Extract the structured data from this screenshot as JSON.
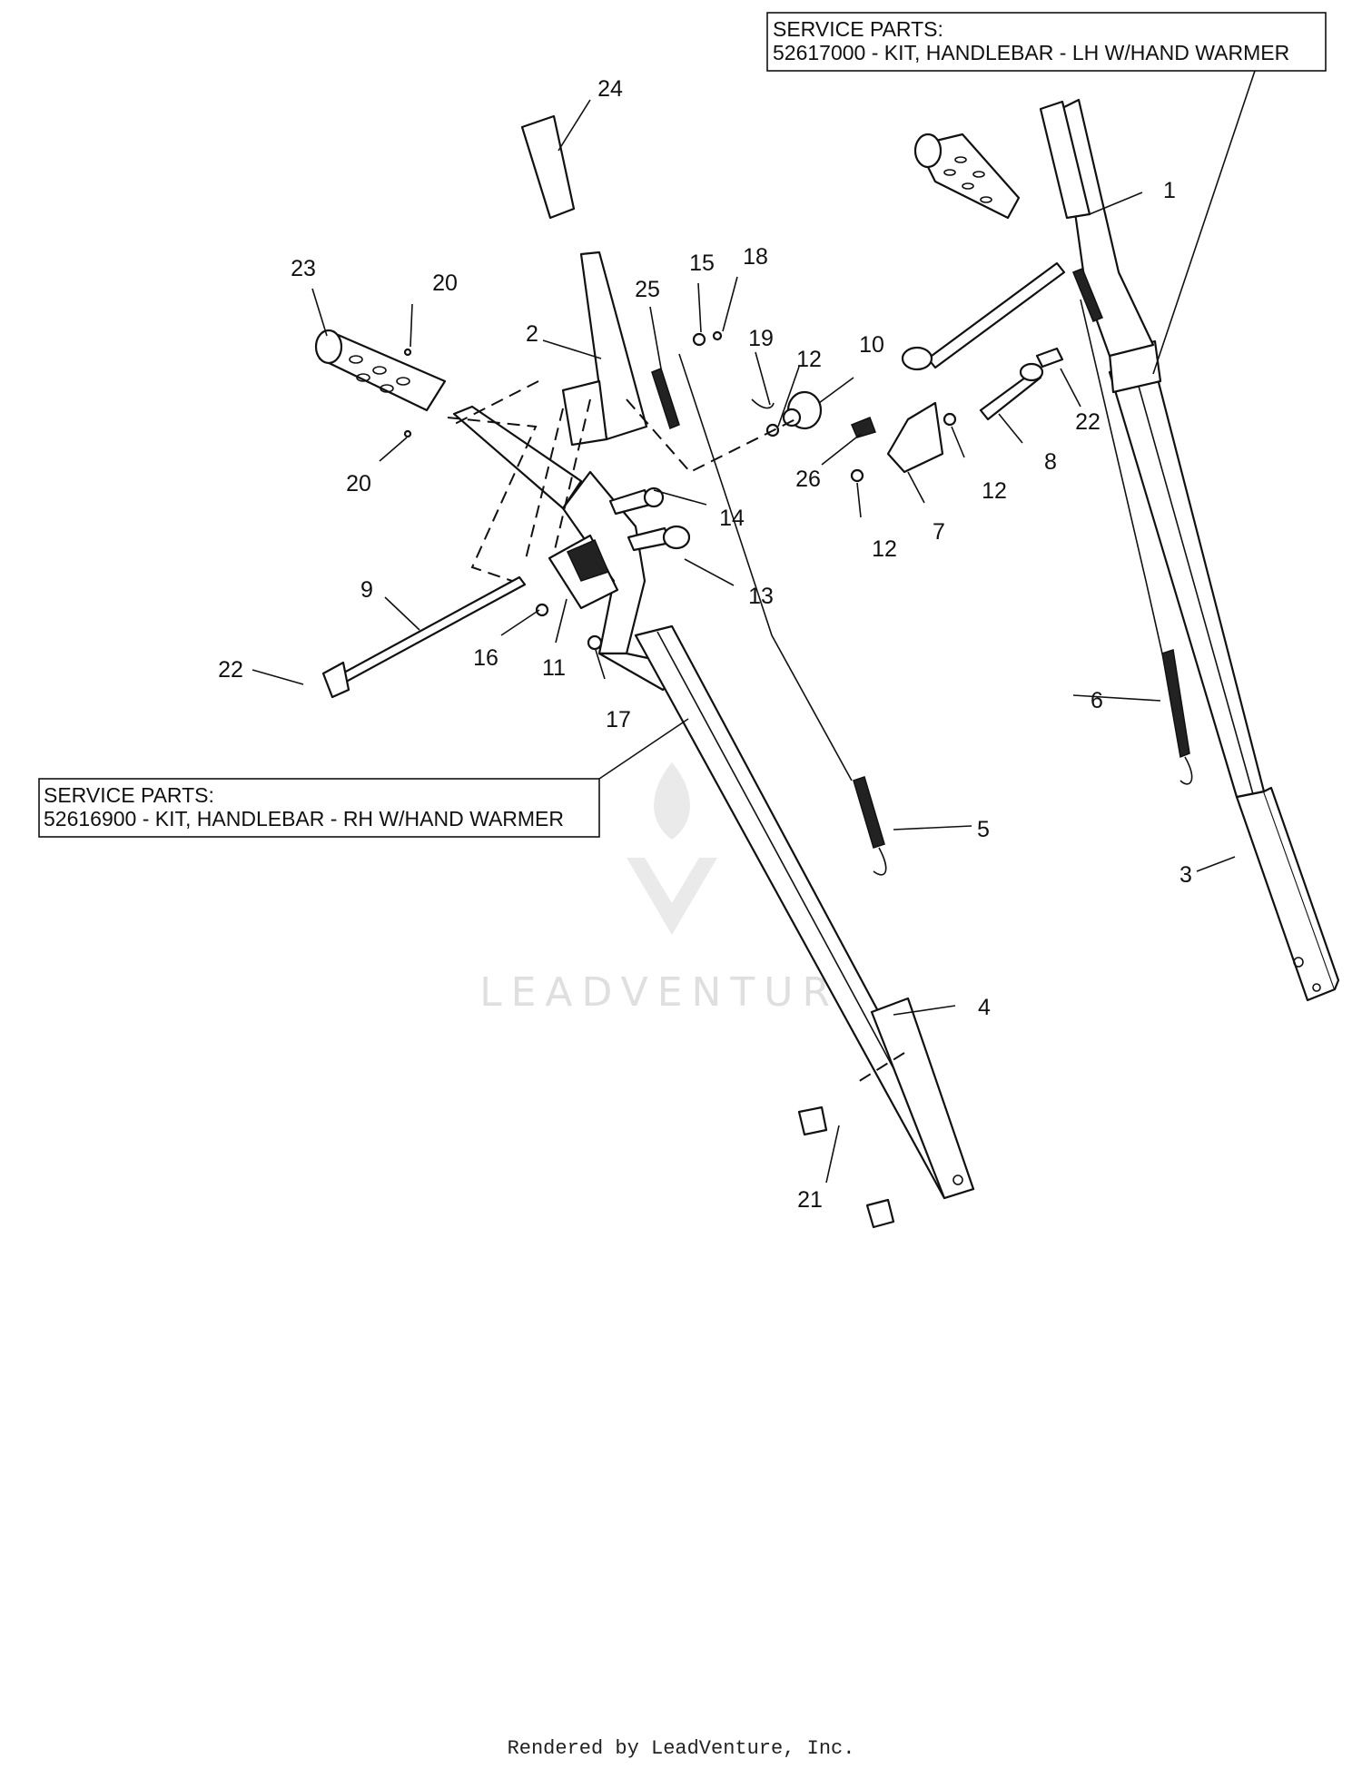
{
  "service_parts": [
    {
      "heading": "SERVICE PARTS:",
      "line": "52617000 - KIT, HANDLEBAR - LH W/HAND WARMER"
    },
    {
      "heading": "SERVICE PARTS:",
      "line": "52616900 - KIT, HANDLEBAR - RH W/HAND WARMER"
    }
  ],
  "callouts": [
    "1",
    "2",
    "3",
    "4",
    "5",
    "6",
    "7",
    "8",
    "9",
    "10",
    "11",
    "12",
    "12",
    "12",
    "12",
    "13",
    "14",
    "15",
    "16",
    "17",
    "18",
    "19",
    "20",
    "20",
    "21",
    "22",
    "22",
    "23",
    "24",
    "25",
    "26"
  ],
  "watermark": "LEADVENTURE",
  "footer": "Rendered by LeadVenture, Inc."
}
